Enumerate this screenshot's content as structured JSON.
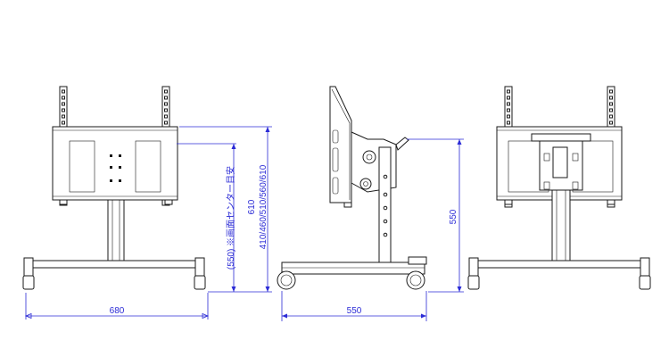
{
  "dimensions": {
    "front_width": "680",
    "side_depth": "550",
    "side_height": "550",
    "screen_center": "(550) ※画面センター目安",
    "height_options_line1": "610",
    "height_options_line2": "410/460/510/560/610"
  },
  "colors": {
    "line": "#1a1a1a",
    "dimension": "#2b2bd6",
    "background": "#ffffff"
  }
}
